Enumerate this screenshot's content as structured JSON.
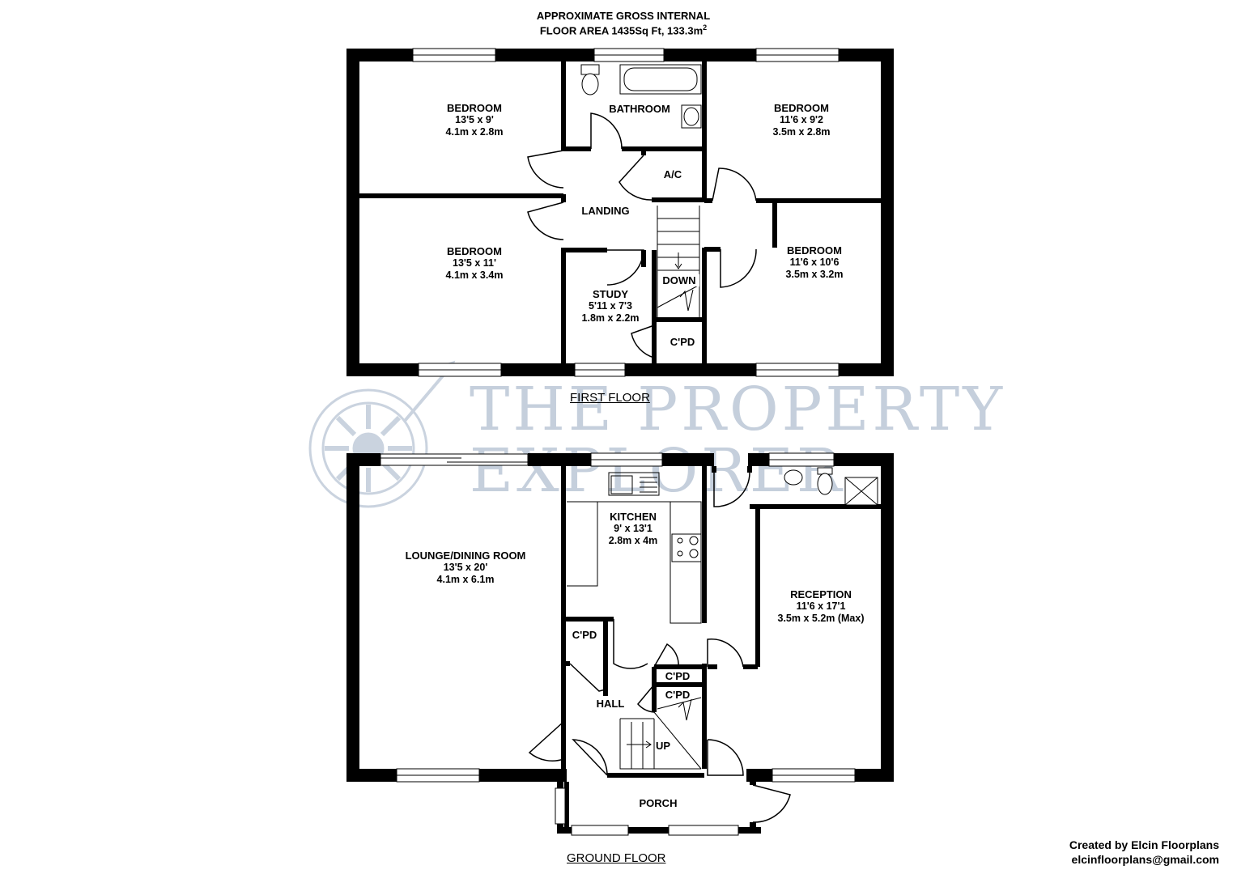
{
  "header": {
    "line1": "APPROXIMATE GROSS INTERNAL",
    "line2": "FLOOR AREA 1435Sq Ft, 133.3m",
    "sup": "2"
  },
  "watermark": {
    "line1": "THE PROPERTY",
    "line2": "EXPLORER",
    "color": "#c5cfdc"
  },
  "first_floor": {
    "label": "FIRST FLOOR",
    "rooms": {
      "bedroom_tl": {
        "name": "BEDROOM",
        "imperial": "13'5 x 9'",
        "metric": "4.1m x 2.8m"
      },
      "bathroom": {
        "name": "BATHROOM"
      },
      "bedroom_tr": {
        "name": "BEDROOM",
        "imperial": "11'6 x 9'2",
        "metric": "3.5m x 2.8m"
      },
      "ac": {
        "name": "A/C"
      },
      "landing": {
        "name": "LANDING"
      },
      "bedroom_bl": {
        "name": "BEDROOM",
        "imperial": "13'5 x 11'",
        "metric": "4.1m x 3.4m"
      },
      "bedroom_br": {
        "name": "BEDROOM",
        "imperial": "11'6 x 10'6",
        "metric": "3.5m x 3.2m"
      },
      "down": {
        "name": "DOWN"
      },
      "study": {
        "name": "STUDY",
        "imperial": "5'11 x 7'3",
        "metric": "1.8m x 2.2m"
      },
      "cpd": {
        "name": "C'PD"
      }
    }
  },
  "ground_floor": {
    "label": "GROUND FLOOR",
    "rooms": {
      "lounge": {
        "name": "LOUNGE/DINING ROOM",
        "imperial": "13'5 x 20'",
        "metric": "4.1m x 6.1m"
      },
      "kitchen": {
        "name": "KITCHEN",
        "imperial": "9' x 13'1",
        "metric": "2.8m x 4m"
      },
      "reception": {
        "name": "RECEPTION",
        "imperial": "11'6 x 17'1",
        "metric": "3.5m x 5.2m (Max)"
      },
      "cpd_left": {
        "name": "C'PD"
      },
      "cpd_mid1": {
        "name": "C'PD"
      },
      "cpd_mid2": {
        "name": "C'PD"
      },
      "hall": {
        "name": "HALL"
      },
      "up": {
        "name": "UP"
      },
      "porch": {
        "name": "PORCH"
      }
    }
  },
  "credit": {
    "line1": "Created by Elcin Floorplans",
    "line2": "elcinfloorplans@gmail.com"
  }
}
